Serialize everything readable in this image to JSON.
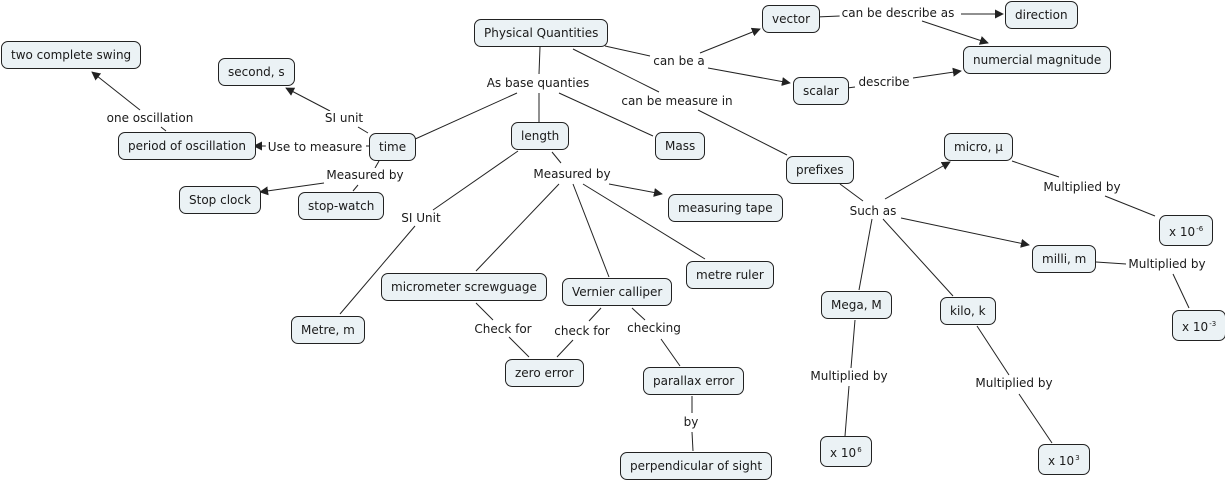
{
  "diagram": {
    "type": "concept-map",
    "colors": {
      "node_fill": "#ebf2f5",
      "node_border": "#222222",
      "line": "#222222"
    },
    "concepts": {
      "physical_quantities": "Physical Quantities",
      "vector": "vector",
      "scalar": "scalar",
      "direction": "direction",
      "numerical_magnitude": "numercial magnitude",
      "two_complete_swing": "two complete swing",
      "second": "second, s",
      "period_of_oscillation": "period of oscillation",
      "time": "time",
      "stop_clock": "Stop clock",
      "stop_watch": "stop-watch",
      "length": "length",
      "mass": "Mass",
      "measuring_tape": "measuring tape",
      "metre_ruler": "metre ruler",
      "micrometer": "micrometer screwguage",
      "vernier": "Vernier calliper",
      "metre": "Metre, m",
      "zero_error": "zero error",
      "parallax_error": "parallax error",
      "perpendicular": "perpendicular of sight",
      "prefixes": "prefixes",
      "micro": "micro, µ",
      "milli": "milli, m",
      "mega": "Mega, M",
      "kilo": "kilo, k",
      "x10_neg6": {
        "base": "x 10",
        "exp": "-6"
      },
      "x10_neg3": {
        "base": "x 10",
        "exp": "-3"
      },
      "x10_6": {
        "base": "x 10",
        "exp": "6"
      },
      "x10_3": {
        "base": "x 10",
        "exp": "3"
      }
    },
    "links": {
      "can_be_a": "can be a",
      "can_be_describe_as": "can be describe as",
      "describe": "describe",
      "as_base_quanties": "As base quanties",
      "can_be_measure_in": "can be measure in",
      "si_unit_time": "SI unit",
      "use_to_measure": "Use to measure",
      "one_oscillation": "one oscillation",
      "measured_by_time": "Measured by",
      "measured_by_length": "Measured by",
      "si_unit_length": "SI Unit",
      "check_for_1": "Check for",
      "check_for_2": "check for",
      "checking": "checking",
      "by": "by",
      "such_as": "Such as",
      "mult_micro": "Multiplied by",
      "mult_milli": "Multiplied by",
      "mult_mega": "Multiplied by",
      "mult_kilo": "Multiplied by"
    }
  }
}
